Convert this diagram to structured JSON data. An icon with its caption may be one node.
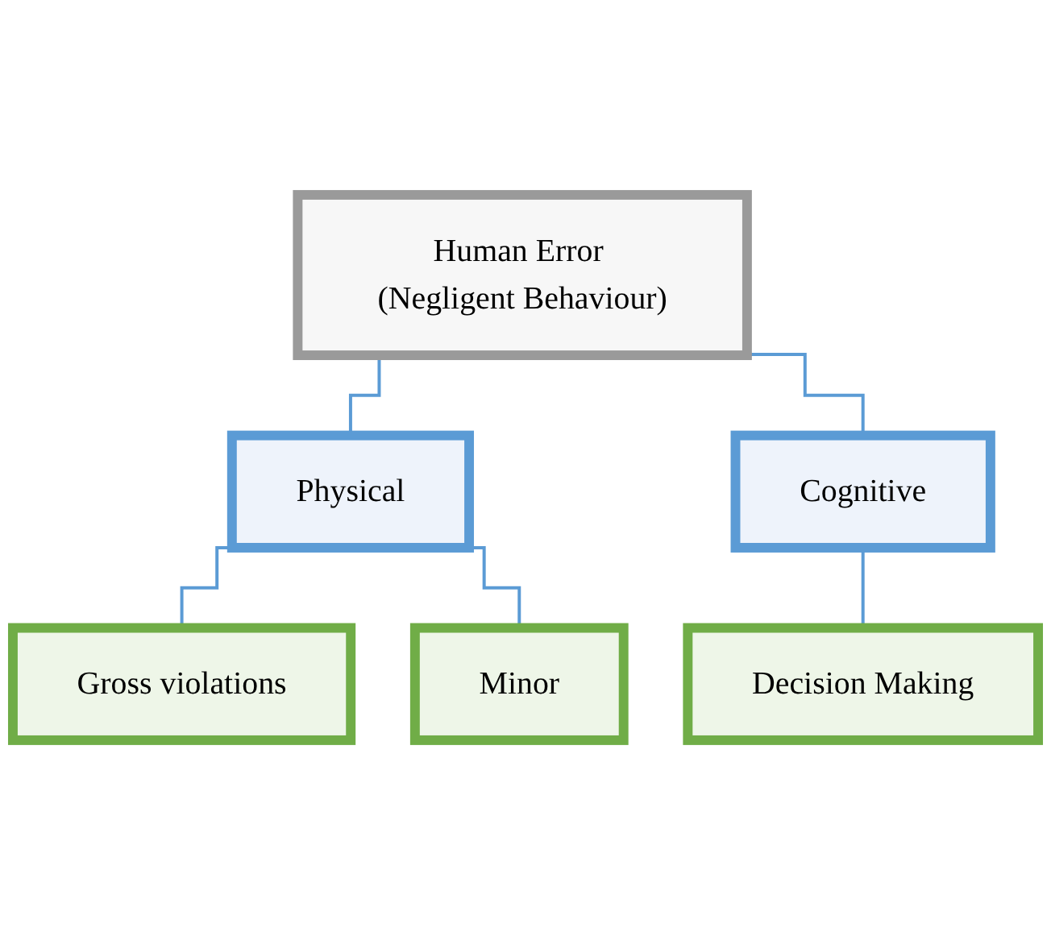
{
  "diagram": {
    "nodes": [
      {
        "text": [
          "Human Error (Negligent Behaviour)"
        ]
      },
      {
        "text": [
          "Physical"
        ]
      },
      {
        "text": [
          "Cognitive"
        ]
      },
      {
        "text": [
          "Gross violations"
        ]
      },
      {
        "text": [
          "Minor"
        ]
      },
      {
        "text": [
          "Decision Making"
        ]
      }
    ],
    "edges": [
      {
        "from": 0,
        "to": 1,
        "arrow": "none"
      },
      {
        "from": 0,
        "to": 2,
        "arrow": "none"
      },
      {
        "from": 1,
        "to": 3,
        "arrow": "none"
      },
      {
        "from": 1,
        "to": 4,
        "arrow": "none"
      },
      {
        "from": 2,
        "to": 5,
        "arrow": "none"
      }
    ]
  }
}
